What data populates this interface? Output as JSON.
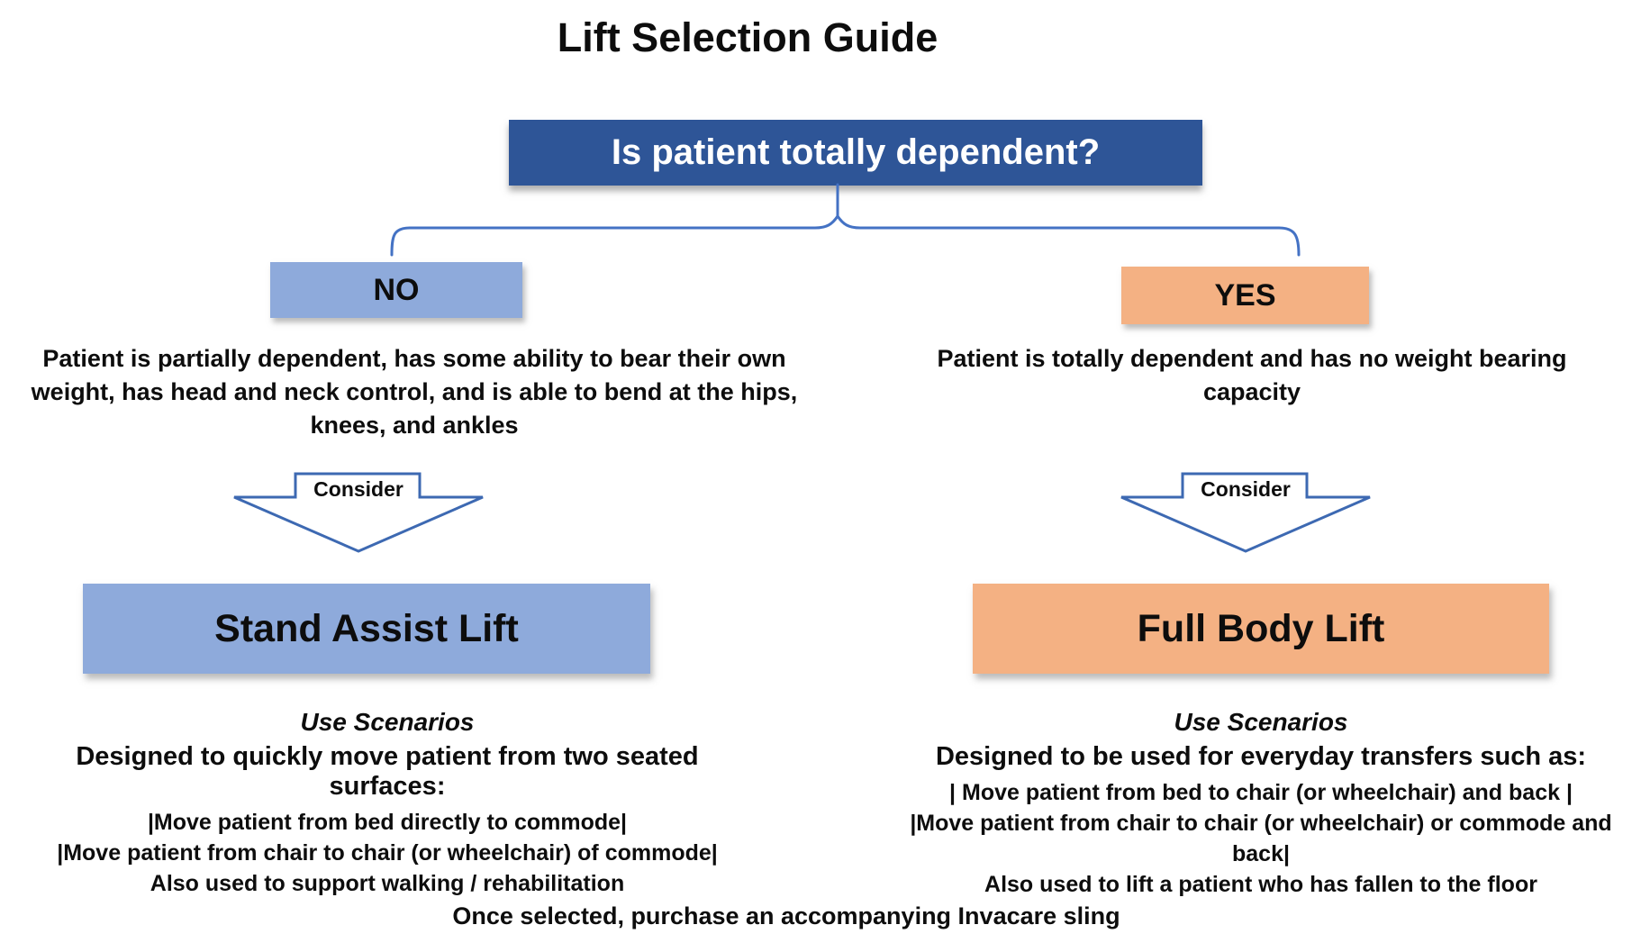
{
  "title": "Lift Selection Guide",
  "question": {
    "label": "Is patient totally dependent?"
  },
  "branches": {
    "no": {
      "label": "NO",
      "description": "Patient is partially dependent, has some ability to bear their own weight, has head and neck control, and is able to bend at the hips, knees, and ankles",
      "consider_label": "Consider",
      "result": "Stand Assist Lift",
      "scenarios_title": "Use Scenarios",
      "scenarios_heading": "Designed to quickly move patient from two seated surfaces:",
      "scenarios": [
        "|Move patient from bed directly to commode|",
        "|Move patient from chair to chair (or wheelchair) of commode|",
        "Also used to support walking / rehabilitation"
      ]
    },
    "yes": {
      "label": "YES",
      "description": "Patient is totally dependent and has no weight bearing capacity",
      "consider_label": "Consider",
      "result": "Full Body Lift",
      "scenarios_title": "Use Scenarios",
      "scenarios_heading": "Designed to be used for everyday transfers such as:",
      "scenarios": [
        "| Move patient from bed to chair (or wheelchair) and back |",
        "|Move patient from chair to chair (or wheelchair) or commode and back|",
        "Also used to lift a patient who has fallen to the floor"
      ]
    }
  },
  "footer": "Once selected, purchase an accompanying Invacare sling",
  "colors": {
    "question_bg": "#2E5597",
    "question_text": "#FFFFFF",
    "no_branch_bg": "#8EAADB",
    "yes_branch_bg": "#F4B183",
    "connector_stroke": "#4472C4",
    "text": "#0D0D0D"
  }
}
